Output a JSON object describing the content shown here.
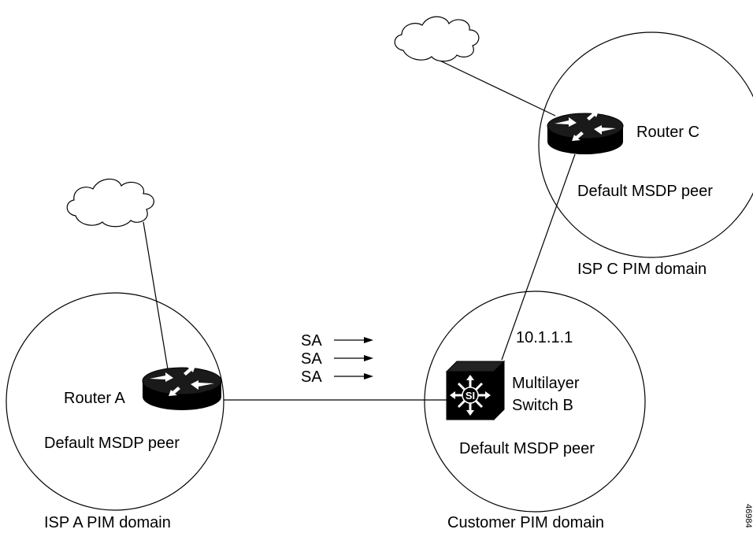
{
  "domains": {
    "isp_a": {
      "label": "ISP A PIM domain"
    },
    "isp_c": {
      "label": "ISP C PIM domain"
    },
    "customer": {
      "label": "Customer PIM domain"
    }
  },
  "devices": {
    "router_a": {
      "name": "Router A",
      "role": "Default MSDP peer"
    },
    "router_c": {
      "name": "Router C",
      "role": "Default MSDP peer"
    },
    "switch_b": {
      "name_line1": "Multilayer",
      "name_line2": "Switch B",
      "role": "Default MSDP peer",
      "ip": "10.1.1.1",
      "badge": "SI"
    }
  },
  "sa_messages": [
    "SA",
    "SA",
    "SA"
  ],
  "figure_id": "46984",
  "colors": {
    "line": "#000000",
    "device_top": "#1a1a1a",
    "device_side": "#000000",
    "background": "#ffffff"
  },
  "icons": {
    "cloud": "cloud-icon",
    "router": "router-icon",
    "switch": "multilayer-switch-icon"
  }
}
